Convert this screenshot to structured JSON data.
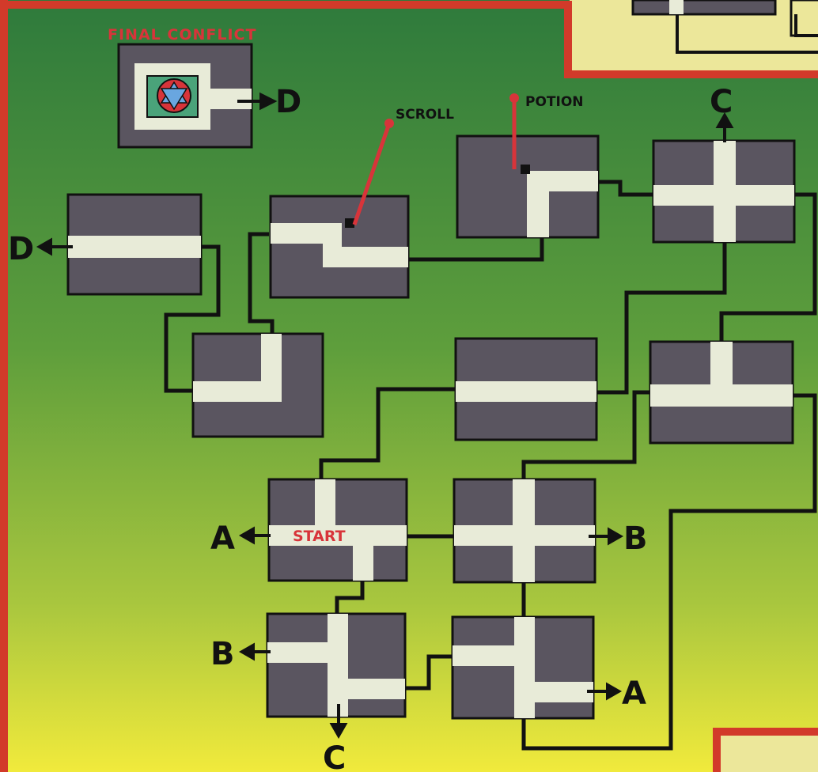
{
  "map": {
    "title": "FINAL CONFLICT",
    "start_label": "START",
    "item_labels": {
      "scroll": "SCROLL",
      "potion": "POTION"
    },
    "exit_letters": [
      "A",
      "B",
      "C",
      "D"
    ],
    "colors": {
      "grass_top": "#2d7a3c",
      "grass_mid": "#63a23e",
      "grass_bottom": "#f2ec3c",
      "border_red": "#d23a2a",
      "panel_yellow": "#ece79a",
      "wall": "#5a5560",
      "floor": "#e8ebd8",
      "path_line": "#111111",
      "red_text": "#d8343a"
    }
  },
  "exits": [
    {
      "id": "exit-d-final",
      "letter": "D"
    },
    {
      "id": "exit-d-left",
      "letter": "D"
    },
    {
      "id": "exit-c-top",
      "letter": "C"
    },
    {
      "id": "exit-a-left",
      "letter": "A"
    },
    {
      "id": "exit-b-right",
      "letter": "B"
    },
    {
      "id": "exit-b-left",
      "letter": "B"
    },
    {
      "id": "exit-c-bottom",
      "letter": "C"
    },
    {
      "id": "exit-a-right",
      "letter": "A"
    }
  ]
}
